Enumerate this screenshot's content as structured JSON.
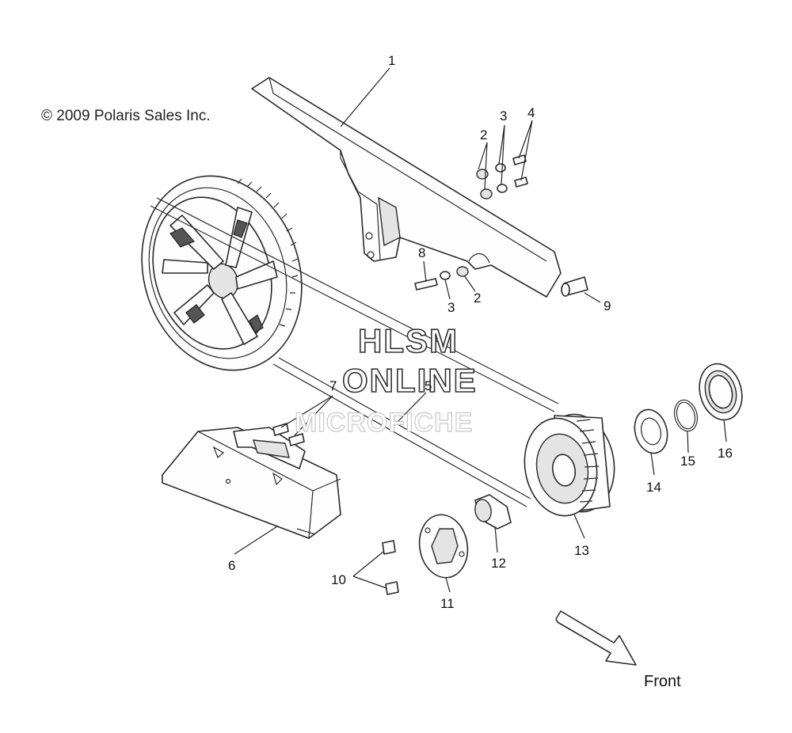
{
  "copyright": "© 2009 Polaris Sales Inc.",
  "watermark": {
    "line1": "HLSM",
    "line2": "ONLINE",
    "line3": "MICROFICHE"
  },
  "direction_label": "Front",
  "callouts": {
    "c1": "1",
    "c2a": "2",
    "c3a": "3",
    "c4": "4",
    "c8": "8",
    "c3b": "3",
    "c2b": "2",
    "c9": "9",
    "c7": "7",
    "c5": "5",
    "c6": "6",
    "c10": "10",
    "c11": "11",
    "c12": "12",
    "c13": "13",
    "c14": "14",
    "c15": "15",
    "c16": "16"
  }
}
